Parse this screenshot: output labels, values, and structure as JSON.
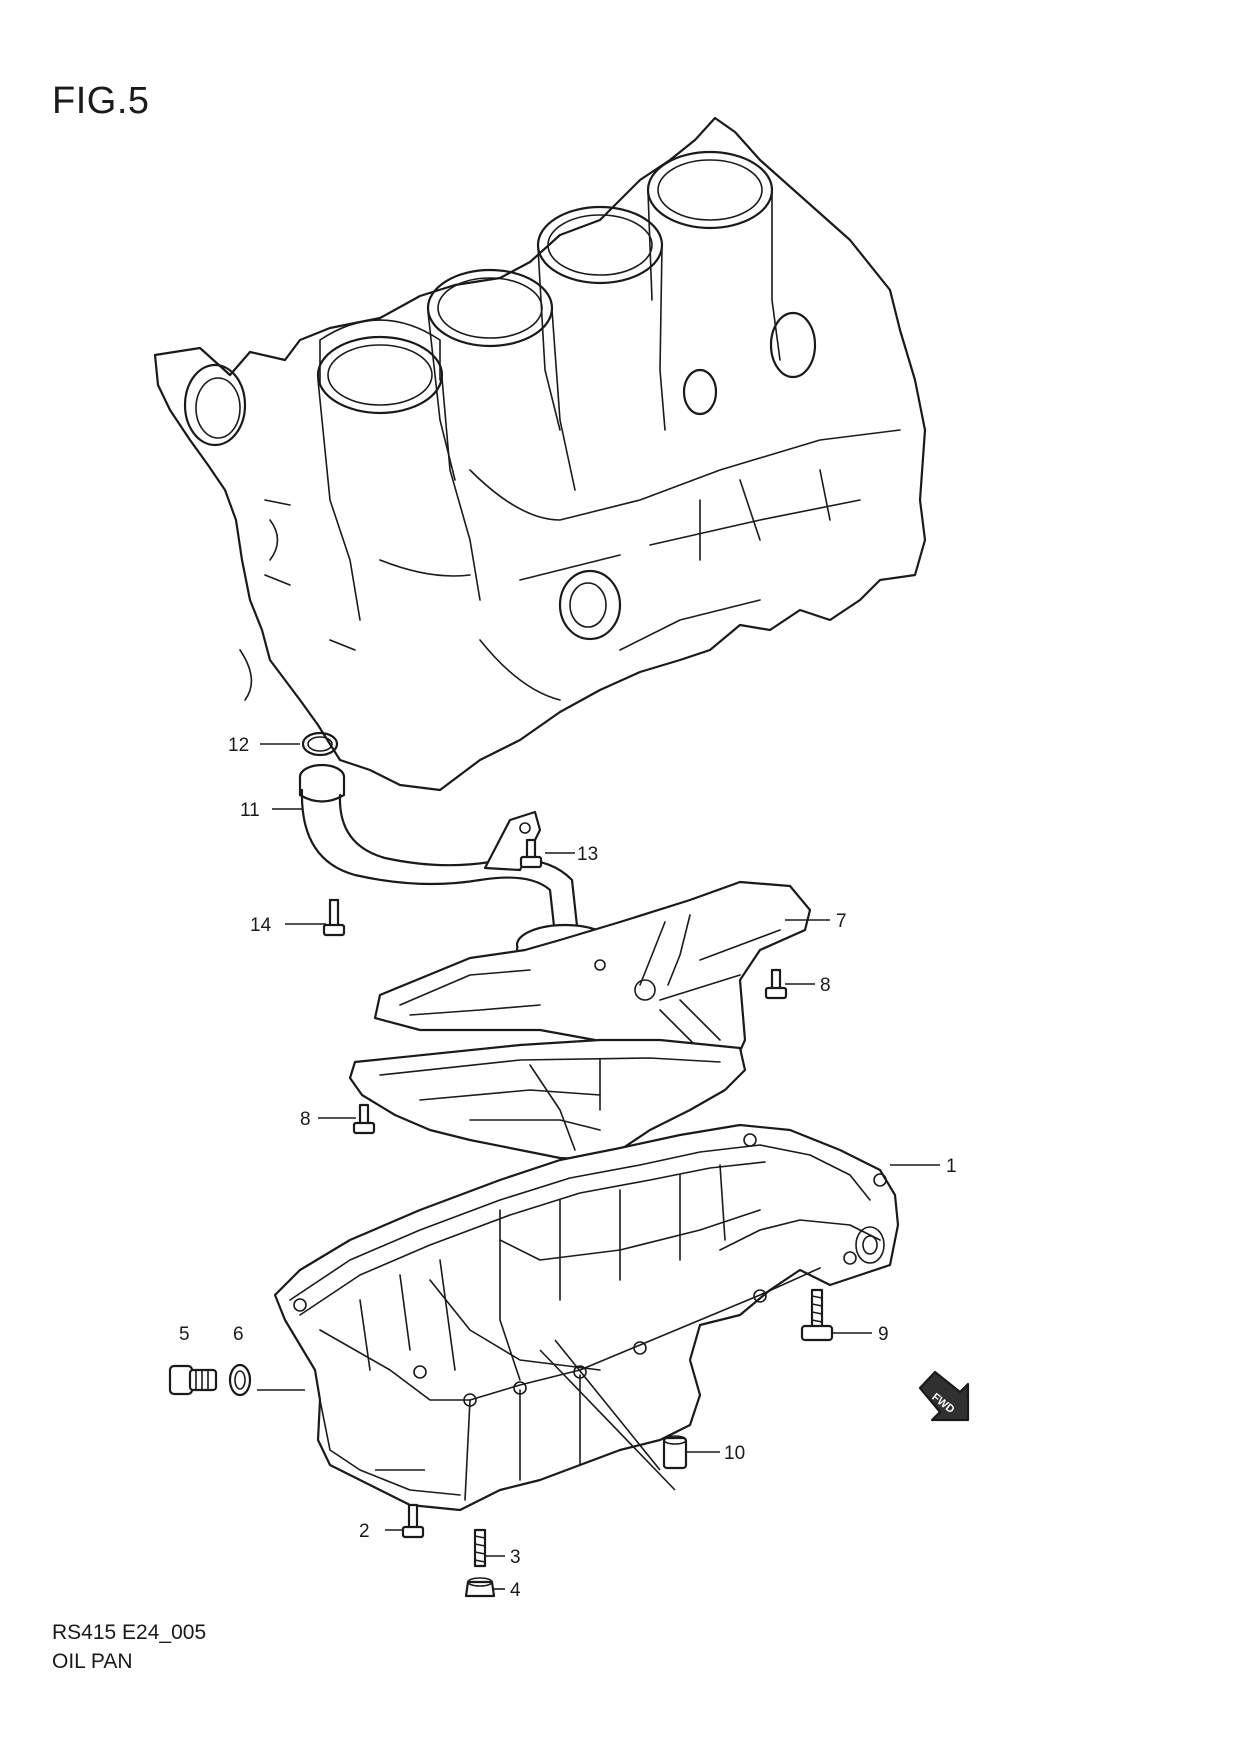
{
  "figure": {
    "title": "FIG.5",
    "drawing_code": "RS415 E24_005",
    "part_name": "OIL PAN"
  },
  "callouts": [
    {
      "id": "c1",
      "label": "1"
    },
    {
      "id": "c2",
      "label": "2"
    },
    {
      "id": "c3",
      "label": "3"
    },
    {
      "id": "c4",
      "label": "4"
    },
    {
      "id": "c5",
      "label": "5"
    },
    {
      "id": "c6",
      "label": "6"
    },
    {
      "id": "c7",
      "label": "7"
    },
    {
      "id": "c8a",
      "label": "8"
    },
    {
      "id": "c8b",
      "label": "8"
    },
    {
      "id": "c9",
      "label": "9"
    },
    {
      "id": "c10",
      "label": "10"
    },
    {
      "id": "c11",
      "label": "11"
    },
    {
      "id": "c12",
      "label": "12"
    },
    {
      "id": "c13",
      "label": "13"
    },
    {
      "id": "c14",
      "label": "14"
    }
  ],
  "direction_arrow": {
    "label": "FWD",
    "icon": "fwd-arrow-icon"
  }
}
